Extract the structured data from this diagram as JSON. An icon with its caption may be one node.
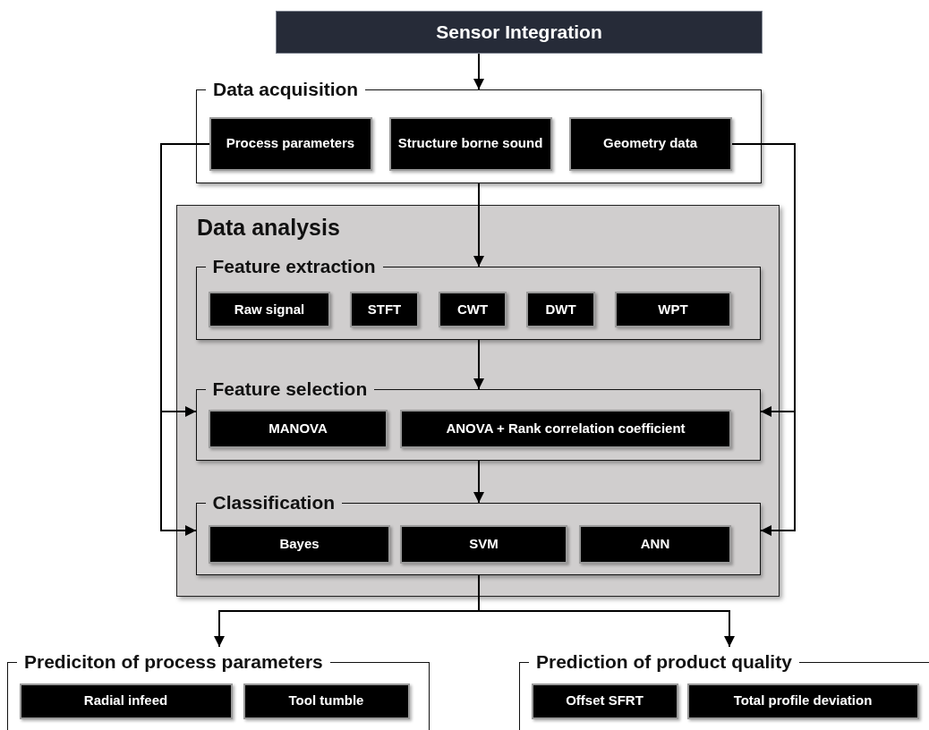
{
  "diagram": {
    "nodes": [
      {
        "text": [
          "Sensor Integration"
        ]
      },
      {
        "text": [
          "Data acquisition"
        ]
      },
      {
        "text": [
          "Process parameters"
        ],
        "in": 1
      },
      {
        "text": [
          "Structure borne sound"
        ],
        "in": 1
      },
      {
        "text": [
          "Geometry data"
        ],
        "in": 1
      },
      {
        "text": [
          "Data analysis"
        ]
      },
      {
        "text": [
          "Feature extraction"
        ],
        "in": 5
      },
      {
        "text": [
          "Raw signal"
        ],
        "in": 6
      },
      {
        "text": [
          "STFT"
        ],
        "in": 6
      },
      {
        "text": [
          "CWT"
        ],
        "in": 6
      },
      {
        "text": [
          "DWT"
        ],
        "in": 6
      },
      {
        "text": [
          "WPT"
        ],
        "in": 6
      },
      {
        "text": [
          "Feature selection"
        ],
        "in": 5
      },
      {
        "text": [
          "MANOVA"
        ],
        "in": 12
      },
      {
        "text": [
          "ANOVA + Rank correlation coefficient"
        ],
        "in": 12
      },
      {
        "text": [
          "Classification"
        ],
        "in": 5
      },
      {
        "text": [
          "Bayes"
        ],
        "in": 15
      },
      {
        "text": [
          "SVM"
        ],
        "in": 15
      },
      {
        "text": [
          "ANN"
        ],
        "in": 15
      },
      {
        "text": [
          "Prediciton of process parameters"
        ]
      },
      {
        "text": [
          "Radial infeed"
        ],
        "in": 19
      },
      {
        "text": [
          "Tool tumble"
        ],
        "in": 19
      },
      {
        "text": [
          "Prediction of product quality"
        ]
      },
      {
        "text": [
          "Offset SFRT"
        ],
        "in": 22
      },
      {
        "text": [
          "Total profile deviation"
        ],
        "in": 22
      }
    ],
    "edges": [
      {
        "from": 0,
        "to": 1,
        "arrow": "to"
      },
      {
        "from": 1,
        "to": 6,
        "arrow": "to"
      },
      {
        "from": 6,
        "to": 12,
        "arrow": "to"
      },
      {
        "from": 12,
        "to": 15,
        "arrow": "to"
      },
      {
        "from": 2,
        "to": 12,
        "arrow": "to"
      },
      {
        "from": 2,
        "to": 15,
        "arrow": "to"
      },
      {
        "from": 4,
        "to": 12,
        "arrow": "to"
      },
      {
        "from": 4,
        "to": 15,
        "arrow": "to"
      },
      {
        "from": 15,
        "to": 19,
        "arrow": "to"
      },
      {
        "from": 15,
        "to": 22,
        "arrow": "to"
      }
    ]
  }
}
